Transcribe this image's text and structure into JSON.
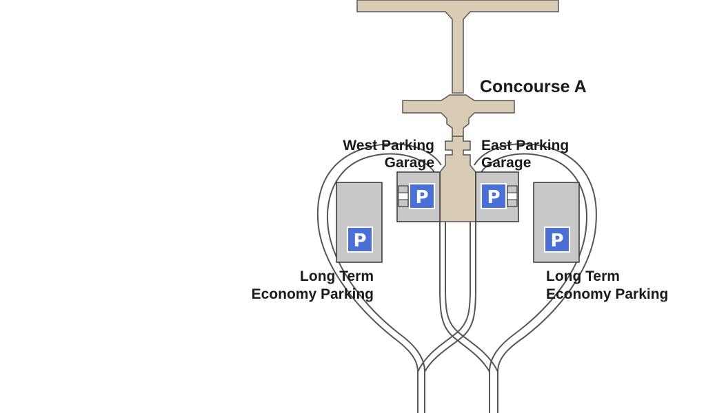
{
  "colors": {
    "background": "#ffffff",
    "terminal_fill": "#d9ccb4",
    "terminal_stroke": "#555555",
    "garage_fill": "#c8c8c8",
    "garage_stroke": "#333333",
    "parking_sign": "#4a6fd6",
    "road_stroke": "#555555"
  },
  "labels": {
    "concourse_a": "Concourse A",
    "west_garage_line1": "West Parking",
    "west_garage_line2": "Garage",
    "east_garage_line1": "East Parking",
    "east_garage_line2": "Garage",
    "long_term_left_line1": "Long Term",
    "long_term_left_line2": "Economy Parking",
    "long_term_right_line1": "Long Term",
    "long_term_right_line2": "Economy Parking"
  },
  "parking_symbol": "P",
  "icons": {
    "parking_sign": "parking-sign-icon"
  }
}
